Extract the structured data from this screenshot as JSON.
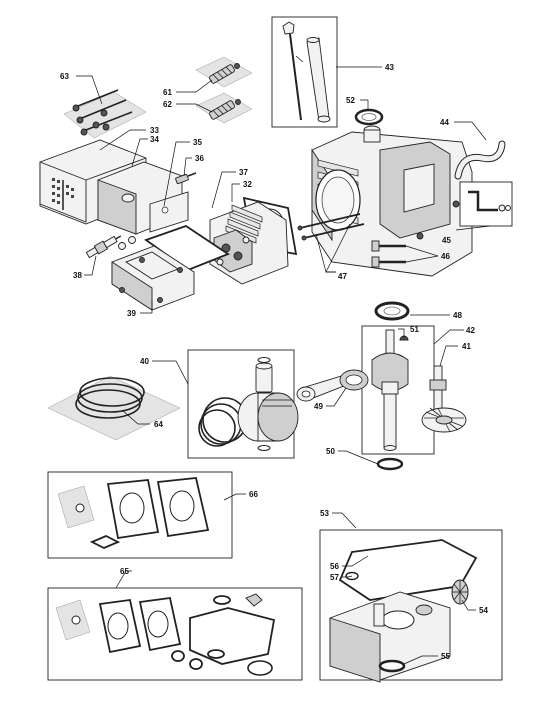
{
  "callouts": [
    {
      "id": "c63",
      "text": "63"
    },
    {
      "id": "c61",
      "text": "61"
    },
    {
      "id": "c62",
      "text": "62"
    },
    {
      "id": "c43",
      "text": "43"
    },
    {
      "id": "c52",
      "text": "52"
    },
    {
      "id": "c44",
      "text": "44"
    },
    {
      "id": "c33",
      "text": "33"
    },
    {
      "id": "c34",
      "text": "34"
    },
    {
      "id": "c35",
      "text": "35"
    },
    {
      "id": "c36",
      "text": "36"
    },
    {
      "id": "c37",
      "text": "37"
    },
    {
      "id": "c32",
      "text": "32"
    },
    {
      "id": "c45",
      "text": "45"
    },
    {
      "id": "c46",
      "text": "46"
    },
    {
      "id": "c47",
      "text": "47"
    },
    {
      "id": "c38",
      "text": "38"
    },
    {
      "id": "c39",
      "text": "39"
    },
    {
      "id": "c48",
      "text": "48"
    },
    {
      "id": "c51",
      "text": "51"
    },
    {
      "id": "c42",
      "text": "42"
    },
    {
      "id": "c41",
      "text": "41"
    },
    {
      "id": "c40",
      "text": "40"
    },
    {
      "id": "c64",
      "text": "64"
    },
    {
      "id": "c49",
      "text": "49"
    },
    {
      "id": "c50",
      "text": "50"
    },
    {
      "id": "c66",
      "text": "66"
    },
    {
      "id": "c53",
      "text": "53"
    },
    {
      "id": "c56",
      "text": "56"
    },
    {
      "id": "c57",
      "text": "57"
    },
    {
      "id": "c54",
      "text": "54"
    },
    {
      "id": "c65",
      "text": "65"
    },
    {
      "id": "c55",
      "text": "55"
    }
  ]
}
